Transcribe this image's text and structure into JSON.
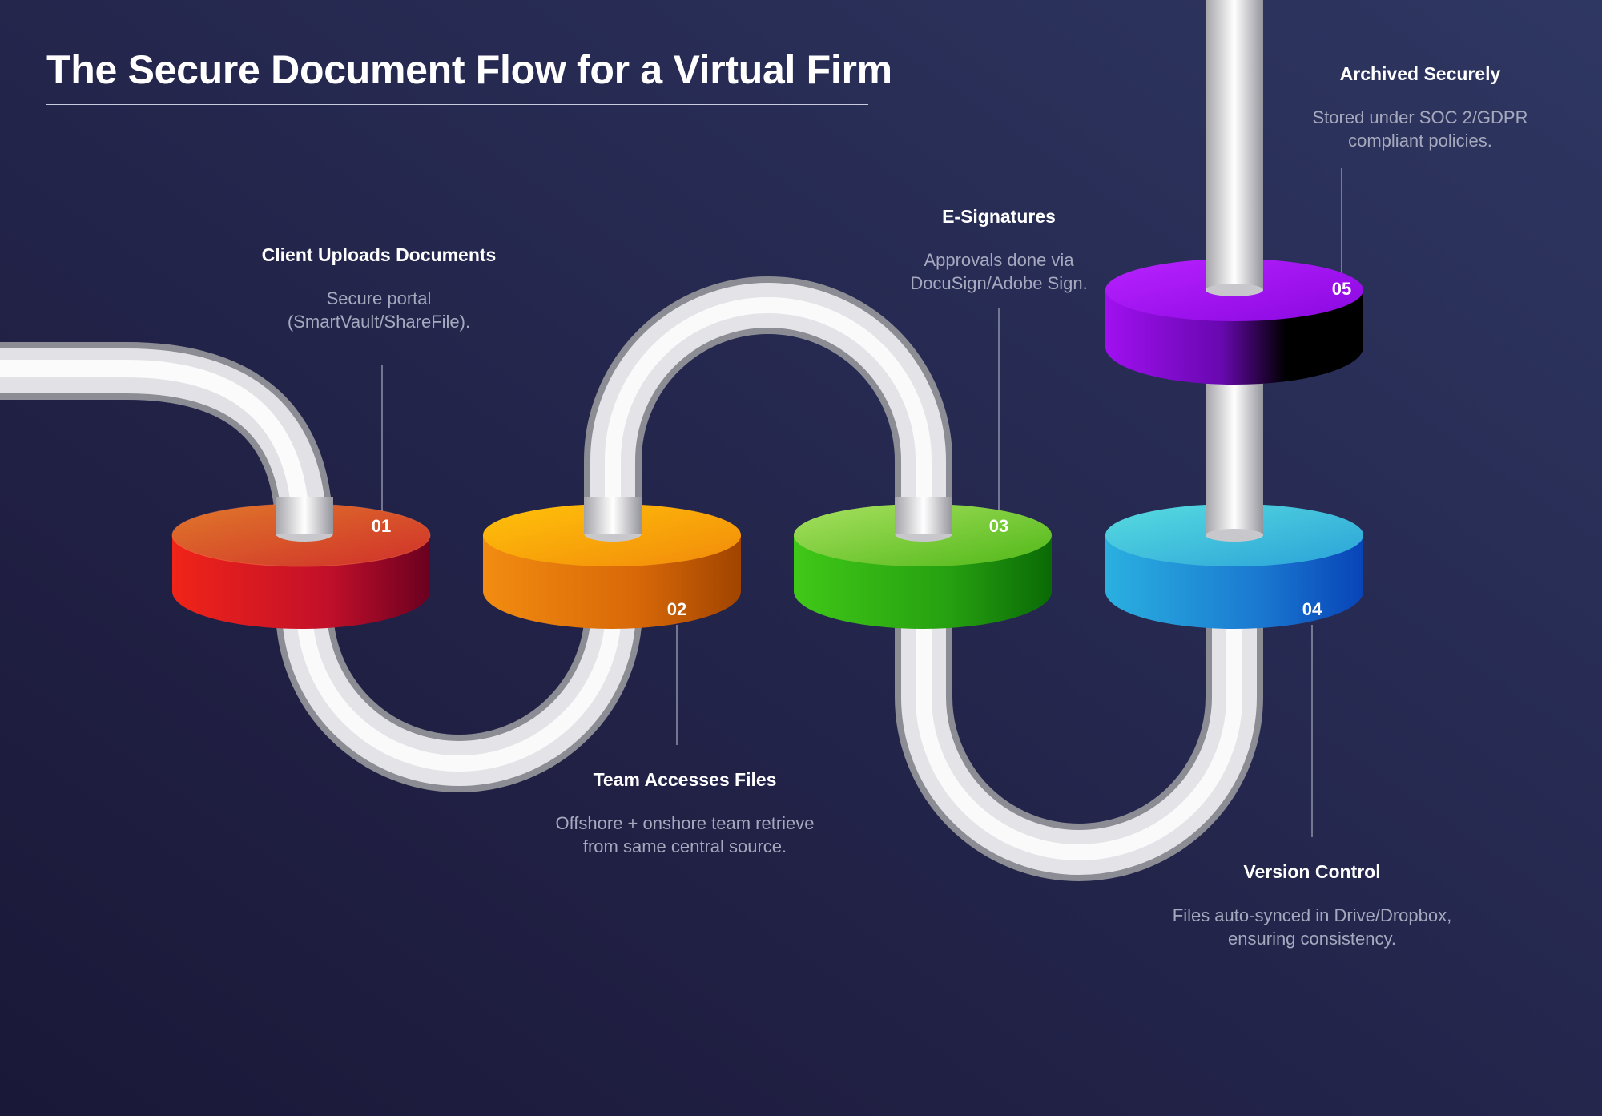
{
  "title": "The Secure Document Flow for a Virtual Firm",
  "steps": [
    {
      "number": "01",
      "title": "Client Uploads Documents",
      "desc": [
        "Secure portal",
        "(SmartVault/ShareFile)."
      ],
      "color": "#e8321e"
    },
    {
      "number": "02",
      "title": "Team Accesses Files",
      "desc": [
        "Offshore + onshore team retrieve",
        "from same central source."
      ],
      "color": "#f08a08"
    },
    {
      "number": "03",
      "title": "E-Signatures",
      "desc": [
        "Approvals done via",
        "DocuSign/Adobe Sign."
      ],
      "color": "#3cc014"
    },
    {
      "number": "04",
      "title": "Version Control",
      "desc": [
        "Files auto-synced in Drive/Dropbox,",
        "ensuring consistency."
      ],
      "color": "#1e8fd8"
    },
    {
      "number": "05",
      "title": "Archived Securely",
      "desc": [
        "Stored under SOC 2/GDPR",
        "compliant policies."
      ],
      "color": "#a010ee"
    }
  ]
}
